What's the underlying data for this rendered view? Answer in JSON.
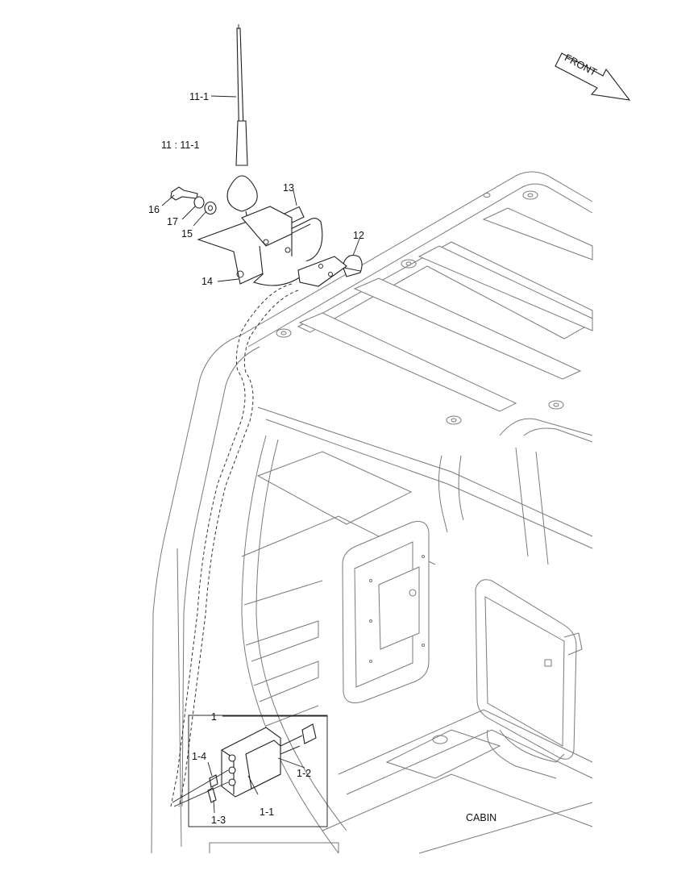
{
  "direction_arrow": {
    "label": "FRONT"
  },
  "assembly_label": "CABIN",
  "equivalence_note": "11 : 11-1",
  "callouts": {
    "c11_1": "11-1",
    "c12": "12",
    "c13": "13",
    "c14": "14",
    "c15": "15",
    "c16": "16",
    "c17": "17",
    "c1": "1",
    "c1_1": "1-1",
    "c1_2": "1-2",
    "c1_3": "1-3",
    "c1_4": "1-4"
  },
  "colors": {
    "ink": "#1e1e1e",
    "cabin_lines": "#7a7a7a",
    "background": "#ffffff"
  }
}
